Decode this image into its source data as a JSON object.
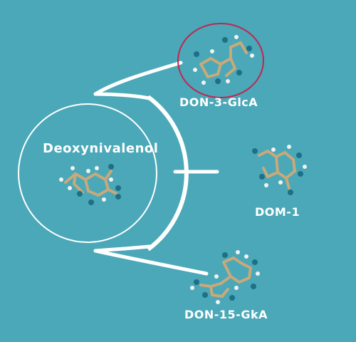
{
  "center": {
    "label": "Deoxynivalenol"
  },
  "metabolites": [
    {
      "label": "DON-3-GlcA",
      "highlighted": true
    },
    {
      "label": "DOM-1",
      "highlighted": false
    },
    {
      "label": "DON-15-GkA",
      "highlighted": false
    }
  ],
  "colors": {
    "background": "#4aa8b8",
    "lines": "#ffffff",
    "highlight_ring": "#c2254f",
    "carbon": "#c8a97a",
    "hydrogen": "#f2f2f2",
    "oxygen": "#1f6f86"
  }
}
